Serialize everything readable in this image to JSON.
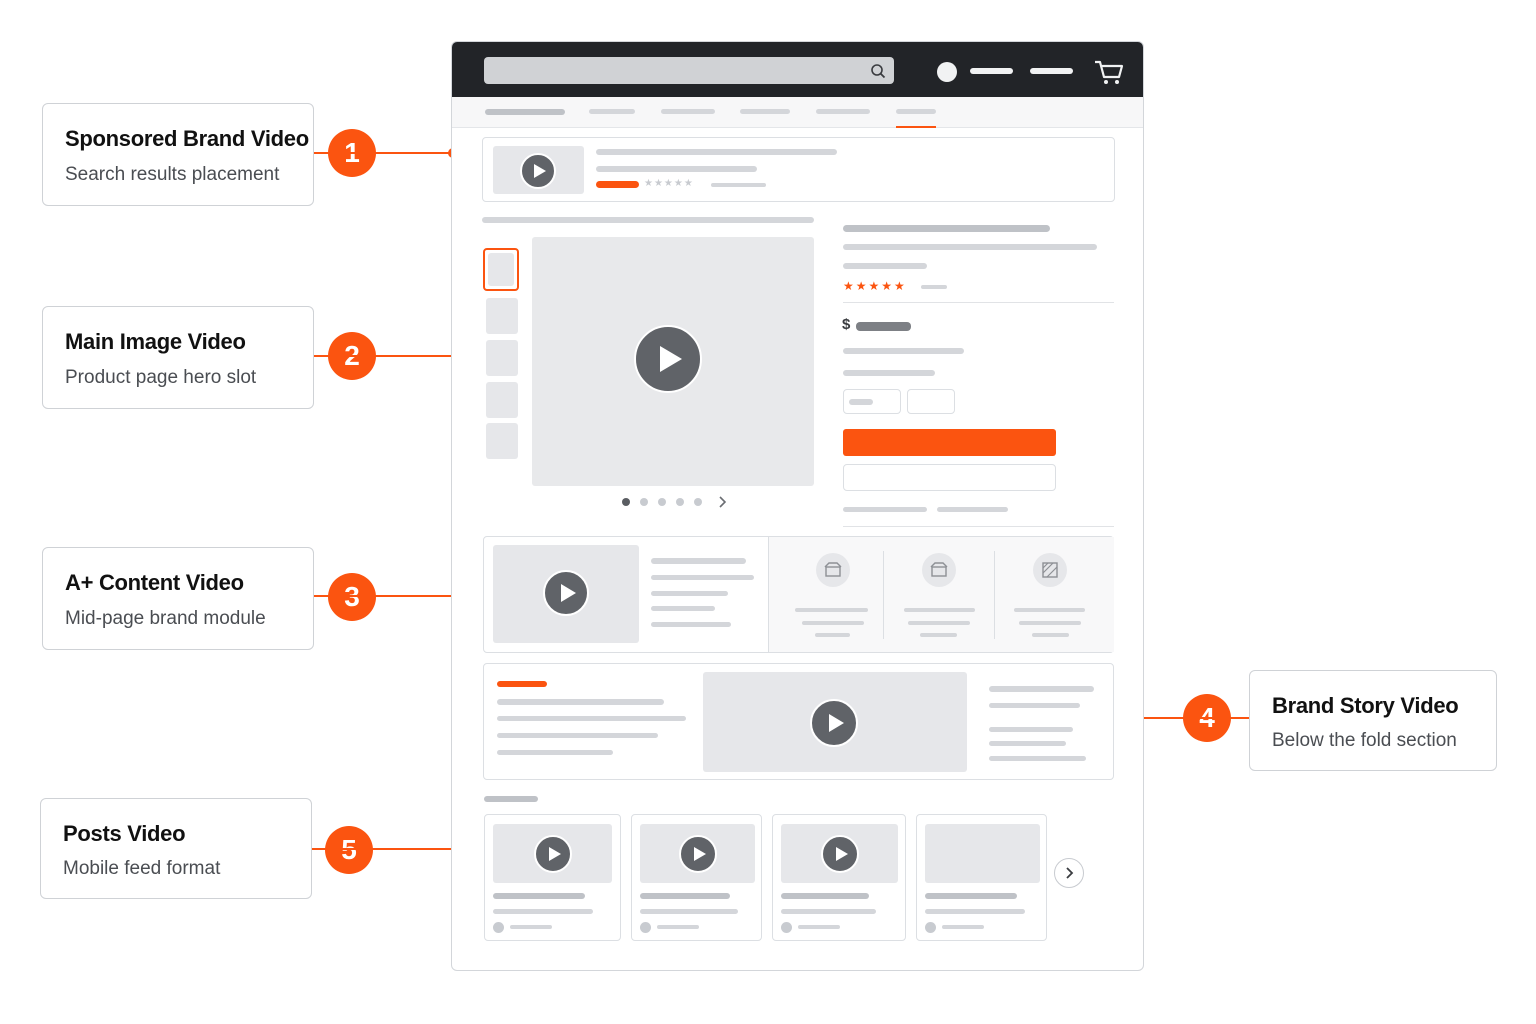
{
  "colors": {
    "accent": "#fb5410",
    "header": "#222428",
    "placeholder": "#e6e7ea",
    "play": "#606368"
  },
  "callouts": [
    {
      "number": "1",
      "title": "Sponsored Brand Video",
      "subtitle": "Search results placement"
    },
    {
      "number": "2",
      "title": "Main Image Video",
      "subtitle": "Product page hero slot"
    },
    {
      "number": "3",
      "title": "A+ Content Video",
      "subtitle": "Mid-page brand module"
    },
    {
      "number": "4",
      "title": "Brand Story Video",
      "subtitle": "Below the fold section"
    },
    {
      "number": "5",
      "title": "Posts Video",
      "subtitle": "Mobile feed format"
    }
  ],
  "mockup": {
    "currency_symbol": "$",
    "stars": "★★★★★",
    "icons": [
      "search-icon",
      "user-icon",
      "cart-icon",
      "play-icon",
      "chevron-right-icon",
      "box-icon",
      "image-icon"
    ]
  }
}
